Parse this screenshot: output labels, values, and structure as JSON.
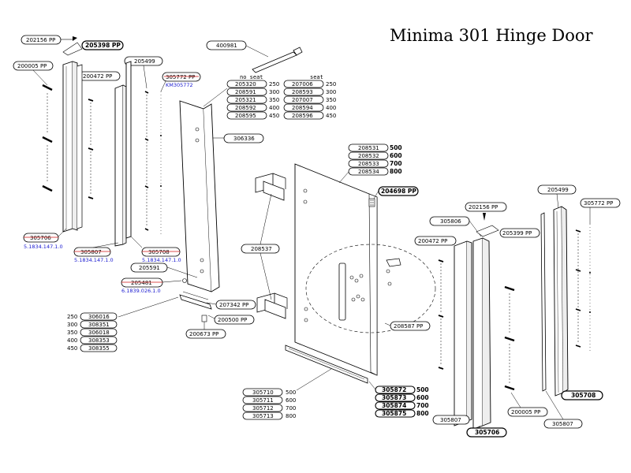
{
  "title": "Minima 301 Hinge Door",
  "colors": {
    "line": "#000000",
    "redline": "#d01818",
    "blue": "#1a1ad0",
    "panel": "#ffffff"
  },
  "labels": {
    "l202156_top": "202156 PP",
    "l205398": "205398 PP",
    "l400981": "400981",
    "l200005_top": "200005 PP",
    "l200472_top": "200472 PP",
    "l205499_top": "205499",
    "l305772_top": "305772 PP",
    "l306336": "306336",
    "l305706_left": "305706",
    "l305807_left": "305807",
    "l305708_left": "305708",
    "l205591": "205591",
    "l205481": "205481",
    "l207342": "207342 PP",
    "l200500": "200500 PP",
    "l200673": "200673 PP",
    "l208537": "208537",
    "l204698": "204698 PP",
    "l305806": "305806",
    "l202156_right": "202156 PP",
    "l205399": "205399 PP",
    "l200472_right": "200472 PP",
    "l205499_right": "205499",
    "l305772_right": "305772 PP",
    "l208587": "208587 PP",
    "l200005_right": "200005 PP",
    "l305708_right": "305708",
    "l305807_right": "305807",
    "l305706_right": "305706"
  },
  "blue_notes": {
    "b1": "KM305772",
    "b2": "5.1834.147.1.0",
    "b3": "5.1834.147.1.0",
    "b4": "5.1834.147.1.0",
    "b5": "6.1839.026.1.0"
  },
  "seat_table": {
    "headers": [
      "no seat",
      "seat"
    ],
    "rows": [
      {
        "no_seat": "205320",
        "size": "250",
        "seat": "207006",
        "size2": "250"
      },
      {
        "no_seat": "208591",
        "size": "300",
        "seat": "208593",
        "size2": "300"
      },
      {
        "no_seat": "205321",
        "size": "350",
        "seat": "207007",
        "size2": "350"
      },
      {
        "no_seat": "208592",
        "size": "400",
        "seat": "208594",
        "size2": "400"
      },
      {
        "no_seat": "208595",
        "size": "450",
        "seat": "208596",
        "size2": "450"
      }
    ]
  },
  "panel_table": [
    {
      "code": "208531",
      "size": "500"
    },
    {
      "code": "208532",
      "size": "600"
    },
    {
      "code": "208533",
      "size": "700"
    },
    {
      "code": "208534",
      "size": "800"
    }
  ],
  "left_table": [
    {
      "size": "250",
      "code": "306016"
    },
    {
      "size": "300",
      "code": "308351"
    },
    {
      "size": "350",
      "code": "306018"
    },
    {
      "size": "400",
      "code": "308353"
    },
    {
      "size": "450",
      "code": "308355"
    }
  ],
  "bottom_table": [
    {
      "code": "305710",
      "size": "500"
    },
    {
      "code": "305711",
      "size": "600"
    },
    {
      "code": "305712",
      "size": "700"
    },
    {
      "code": "305713",
      "size": "800"
    }
  ],
  "seal_table": [
    {
      "code": "305872",
      "size": "500"
    },
    {
      "code": "305873",
      "size": "600"
    },
    {
      "code": "305874",
      "size": "700"
    },
    {
      "code": "305875",
      "size": "800"
    }
  ]
}
